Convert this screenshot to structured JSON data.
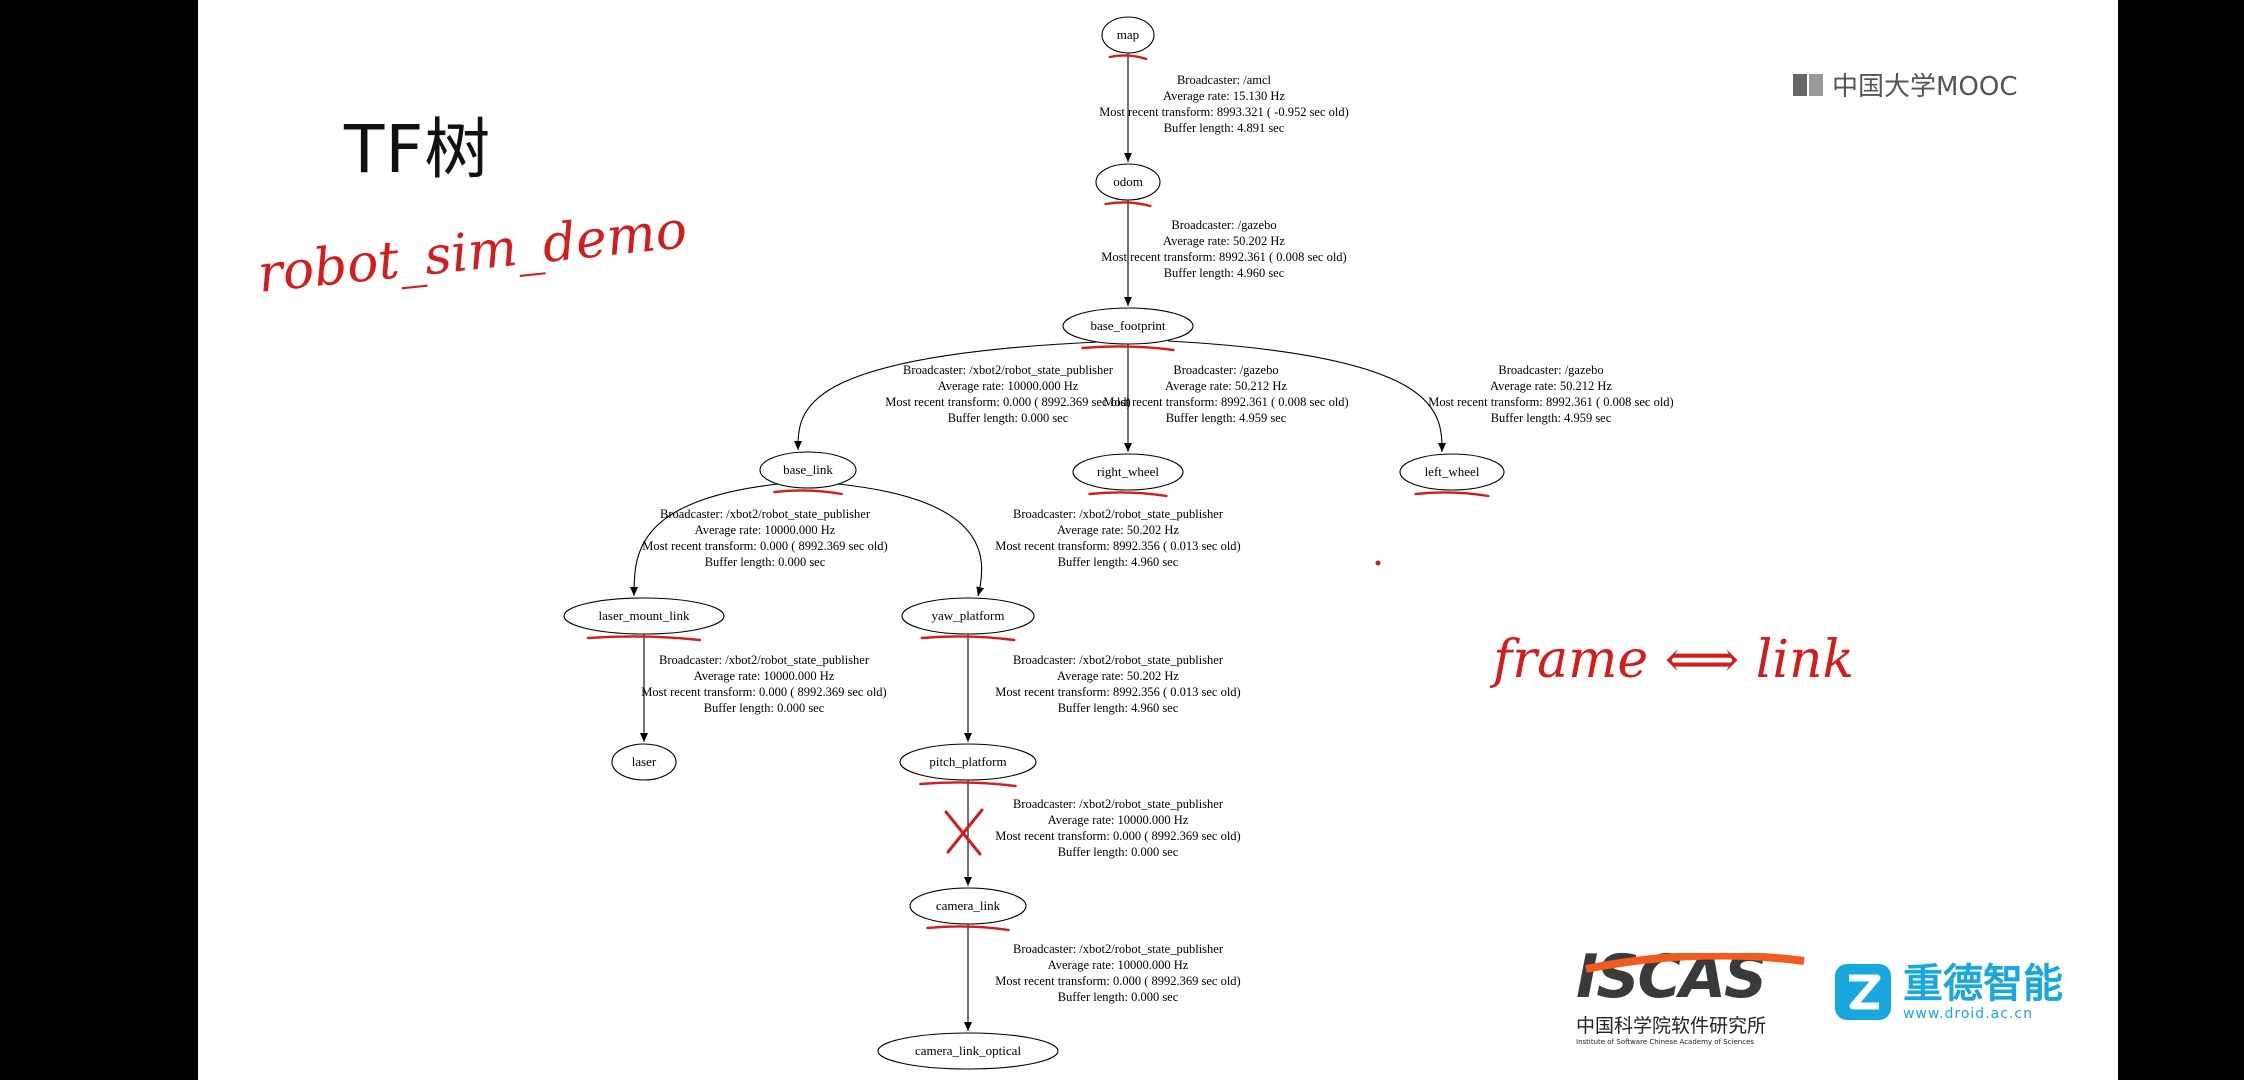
{
  "slide": {
    "title": "TF树",
    "note_robot": "robot_sim_demo",
    "note_frame": "frame ⟺ link"
  },
  "logos": {
    "mooc": "中国大学MOOC",
    "iscas_word": "ISCAS",
    "iscas_zh": "中国科学院软件研究所",
    "iscas_en": "Institute of Software Chinese Academy of Sciences",
    "droid_zh": "重德智能",
    "droid_url": "www.droid.ac.cn"
  },
  "colors": {
    "annotation": "#d41c1c",
    "droid": "#19a7e0",
    "iscas_orange": "#f25a1e"
  },
  "tree": {
    "nodes": [
      {
        "id": "map",
        "label": "map"
      },
      {
        "id": "odom",
        "label": "odom"
      },
      {
        "id": "base_footprint",
        "label": "base_footprint"
      },
      {
        "id": "base_link",
        "label": "base_link"
      },
      {
        "id": "right_wheel",
        "label": "right_wheel"
      },
      {
        "id": "left_wheel",
        "label": "left_wheel"
      },
      {
        "id": "laser_mount_link",
        "label": "laser_mount_link"
      },
      {
        "id": "yaw_platform",
        "label": "yaw_platform"
      },
      {
        "id": "laser",
        "label": "laser"
      },
      {
        "id": "pitch_platform",
        "label": "pitch_platform"
      },
      {
        "id": "camera_link",
        "label": "camera_link"
      },
      {
        "id": "camera_link_optical",
        "label": "camera_link_optical"
      }
    ],
    "edges": [
      {
        "from": "map",
        "to": "odom",
        "lines": [
          "Broadcaster: /amcl",
          "Average rate: 15.130 Hz",
          "Most recent transform: 8993.321 ( -0.952 sec old)",
          "Buffer length: 4.891 sec"
        ]
      },
      {
        "from": "odom",
        "to": "base_footprint",
        "lines": [
          "Broadcaster: /gazebo",
          "Average rate: 50.202 Hz",
          "Most recent transform: 8992.361 ( 0.008 sec old)",
          "Buffer length: 4.960 sec"
        ]
      },
      {
        "from": "base_footprint",
        "to": "base_link",
        "lines": [
          "Broadcaster: /xbot2/robot_state_publisher",
          "Average rate: 10000.000 Hz",
          "Most recent transform: 0.000 ( 8992.369 sec old)",
          "Buffer length: 0.000 sec"
        ]
      },
      {
        "from": "base_footprint",
        "to": "right_wheel",
        "lines": [
          "Broadcaster: /gazebo",
          "Average rate: 50.212 Hz",
          "Most recent transform: 8992.361 ( 0.008 sec old)",
          "Buffer length: 4.959 sec"
        ]
      },
      {
        "from": "base_footprint",
        "to": "left_wheel",
        "lines": [
          "Broadcaster: /gazebo",
          "Average rate: 50.212 Hz",
          "Most recent transform: 8992.361 ( 0.008 sec old)",
          "Buffer length: 4.959 sec"
        ]
      },
      {
        "from": "base_link",
        "to": "laser_mount_link",
        "lines": [
          "Broadcaster: /xbot2/robot_state_publisher",
          "Average rate: 10000.000 Hz",
          "Most recent transform: 0.000 ( 8992.369 sec old)",
          "Buffer length: 0.000 sec"
        ]
      },
      {
        "from": "base_link",
        "to": "yaw_platform",
        "lines": [
          "Broadcaster: /xbot2/robot_state_publisher",
          "Average rate: 50.202 Hz",
          "Most recent transform: 8992.356 ( 0.013 sec old)",
          "Buffer length: 4.960 sec"
        ]
      },
      {
        "from": "laser_mount_link",
        "to": "laser",
        "lines": [
          "Broadcaster: /xbot2/robot_state_publisher",
          "Average rate: 10000.000 Hz",
          "Most recent transform: 0.000 ( 8992.369 sec old)",
          "Buffer length: 0.000 sec"
        ]
      },
      {
        "from": "yaw_platform",
        "to": "pitch_platform",
        "lines": [
          "Broadcaster: /xbot2/robot_state_publisher",
          "Average rate: 50.202 Hz",
          "Most recent transform: 8992.356 ( 0.013 sec old)",
          "Buffer length: 4.960 sec"
        ]
      },
      {
        "from": "pitch_platform",
        "to": "camera_link",
        "lines": [
          "Broadcaster: /xbot2/robot_state_publisher",
          "Average rate: 10000.000 Hz",
          "Most recent transform: 0.000 ( 8992.369 sec old)",
          "Buffer length: 0.000 sec"
        ]
      },
      {
        "from": "camera_link",
        "to": "camera_link_optical",
        "lines": [
          "Broadcaster: /xbot2/robot_state_publisher",
          "Average rate: 10000.000 Hz",
          "Most recent transform: 0.000 ( 8992.369 sec old)",
          "Buffer length: 0.000 sec"
        ]
      }
    ],
    "underlined_nodes": [
      "map",
      "odom",
      "base_footprint",
      "base_link",
      "right_wheel",
      "left_wheel",
      "laser_mount_link",
      "yaw_platform",
      "pitch_platform",
      "camera_link"
    ],
    "crossed_edge": "pitch_platform-camera_link"
  }
}
